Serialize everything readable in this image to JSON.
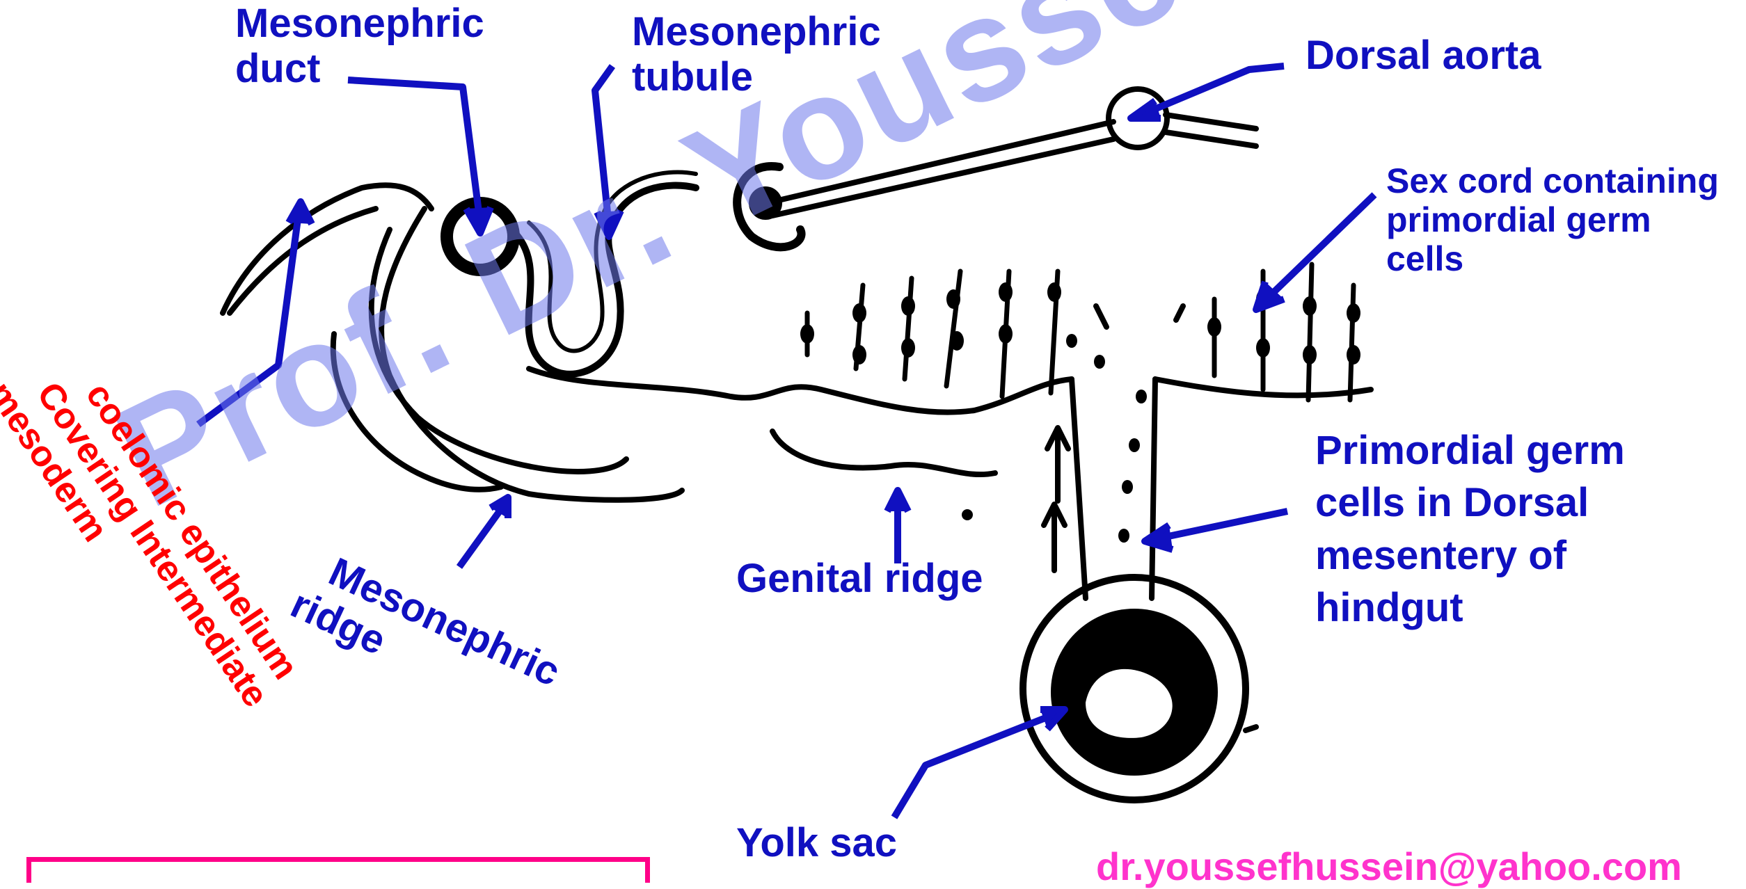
{
  "labels": {
    "mesonephric_duct": [
      "Mesonephric",
      "duct"
    ],
    "mesonephric_tubule": [
      "Mesonephric",
      "tubule"
    ],
    "dorsal_aorta": "Dorsal aorta",
    "sex_cord": [
      "Sex cord containing",
      "primordial germ",
      "cells"
    ],
    "primordial_germ_cells": [
      "Primordial germ",
      "cells in Dorsal",
      "mesentery of",
      "hindgut"
    ],
    "genital_ridge": "Genital ridge",
    "mesonephric_ridge": [
      "Mesonephric",
      "ridge"
    ],
    "coelomic_epithelium": [
      "coelomic epithelium",
      "Covering Intermediate",
      "mesoderm"
    ],
    "yolk_sac": "Yolk sac"
  },
  "watermark": "Prof. Dr. Youssef Hussein",
  "email": "dr.youssefhussein@yahoo.com",
  "colors": {
    "label_blue": "#1010c0",
    "label_red": "#ff0000",
    "watermark": "#8a94eb",
    "email": "#ff33cc",
    "arrow": "#1010c0",
    "drawing": "#000000"
  }
}
